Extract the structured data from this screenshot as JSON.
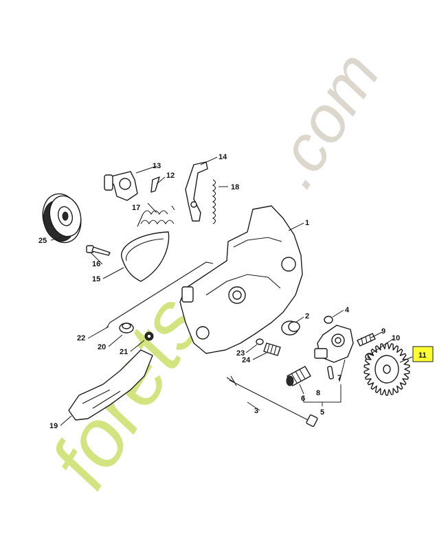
{
  "diagram": {
    "watermark": {
      "word_a": "forets",
      "word_b": ".com",
      "color_green": "#c9e06a",
      "color_orange": "#f7c68a",
      "color_grey": "#d6d0c4"
    },
    "highlight_color": "#ffff33",
    "labels": {
      "p1": "1",
      "p2": "2",
      "p3": "3",
      "p4": "4",
      "p5": "5",
      "p6": "6",
      "p7": "7",
      "p8": "8",
      "p9": "9",
      "p10": "10",
      "p11": "11",
      "p12": "12",
      "p13": "13",
      "p14": "14",
      "p15": "15",
      "p16": "16",
      "p17": "17",
      "p18": "18",
      "p19": "19",
      "p20": "20",
      "p21": "21",
      "p22": "22",
      "p23": "23",
      "p24": "24",
      "p25": "25"
    },
    "highlighted_part": "11"
  }
}
